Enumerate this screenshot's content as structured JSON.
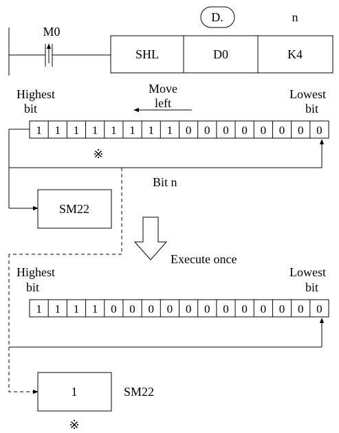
{
  "ladder": {
    "contact_label": "M0",
    "dest_marker": "D.",
    "operand_n_label": "n",
    "instruction": "SHL",
    "dest_operand": "D0",
    "n_operand": "K4"
  },
  "before": {
    "highest_label": "Highest",
    "highest_bit": "bit",
    "lowest_label": "Lowest",
    "lowest_bit": "bit",
    "move_label": "Move",
    "move_label2": "left",
    "bits": [
      "1",
      "1",
      "1",
      "1",
      "1",
      "1",
      "1",
      "1",
      "0",
      "0",
      "0",
      "0",
      "0",
      "0",
      "0",
      "0"
    ],
    "mark": "※",
    "bitn_label": "Bit n",
    "sm_box": "SM22"
  },
  "execute_label": "Execute once",
  "after": {
    "highest_label": "Highest",
    "highest_bit": "bit",
    "lowest_label": "Lowest",
    "lowest_bit": "bit",
    "bits": [
      "1",
      "1",
      "1",
      "1",
      "0",
      "0",
      "0",
      "0",
      "0",
      "0",
      "0",
      "0",
      "0",
      "0",
      "0",
      "0"
    ],
    "result_value": "1",
    "sm_label": "SM22",
    "mark": "※"
  }
}
